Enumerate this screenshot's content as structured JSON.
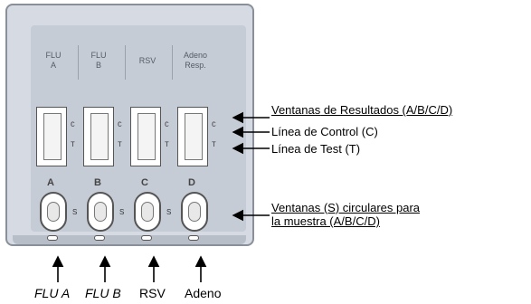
{
  "channels": [
    {
      "label": "FLU\nA",
      "window_letter": "A"
    },
    {
      "label": "FLU\nB",
      "window_letter": "B"
    },
    {
      "label": "RSV",
      "window_letter": "C"
    },
    {
      "label": "Adeno\nResp.",
      "window_letter": "D"
    }
  ],
  "window_marks": {
    "control": "C",
    "test": "T",
    "sample": "S"
  },
  "annotations": {
    "results_prefix": "Ventanas",
    "results_rest": " de Resultados (A/B/C/D)",
    "control_prefix": "Línea",
    "control_rest": " de Control (C)",
    "test_prefix": "Línea",
    "test_rest": " de Test (T)",
    "sample_line1": "Ventanas (S) circulares para",
    "sample_line2": "la muestra (A/B/C/D)"
  },
  "bottom_labels": [
    "FLU A",
    "FLU B",
    "RSV",
    "Adeno"
  ]
}
